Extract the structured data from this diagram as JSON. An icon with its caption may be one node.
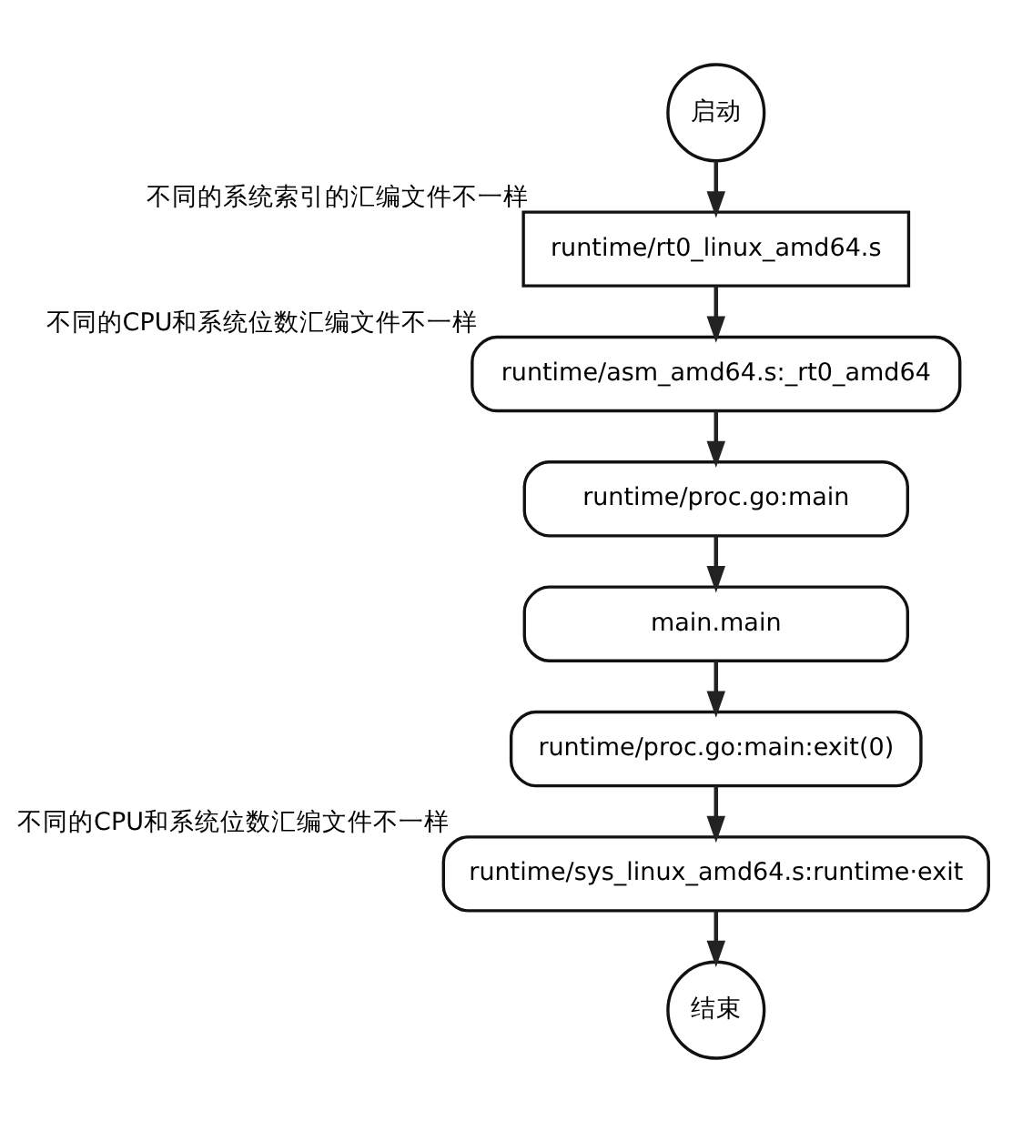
{
  "diagram": {
    "nodes": [
      {
        "text": [
          "启动"
        ]
      },
      {
        "text": [
          "runtime/rt0_linux_amd64.s"
        ],
        "beside": [
          "不同的系统索引的汇编文件不一样"
        ]
      },
      {
        "text": [
          "runtime/asm_amd64.s:_rt0_amd64"
        ],
        "beside": [
          "不同的CPU和系统位数汇编文件不一样"
        ]
      },
      {
        "text": [
          "runtime/proc.go:main"
        ]
      },
      {
        "text": [
          "main.main"
        ]
      },
      {
        "text": [
          "runtime/proc.go:main:exit(0)"
        ]
      },
      {
        "text": [
          "runtime/sys_linux_amd64.s:runtime·exit"
        ],
        "beside": [
          "不同的CPU和系统位数汇编文件不一样"
        ]
      },
      {
        "text": [
          "结束"
        ]
      }
    ],
    "edges": [
      {
        "from": 0,
        "to": 1,
        "arrow": "to"
      },
      {
        "from": 1,
        "to": 2,
        "arrow": "to"
      },
      {
        "from": 2,
        "to": 3,
        "arrow": "to"
      },
      {
        "from": 3,
        "to": 4,
        "arrow": "to"
      },
      {
        "from": 4,
        "to": 5,
        "arrow": "to"
      },
      {
        "from": 5,
        "to": 6,
        "arrow": "to"
      },
      {
        "from": 6,
        "to": 7,
        "arrow": "to"
      }
    ]
  }
}
